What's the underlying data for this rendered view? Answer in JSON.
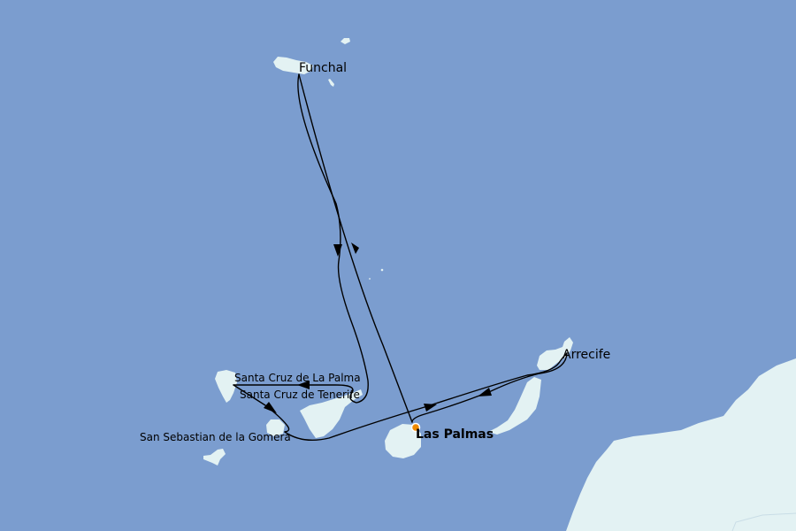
{
  "map": {
    "colors": {
      "sea": "#7b9dcf",
      "land": "#e3f2f3",
      "route": "#000000",
      "home_port_fill": "#f08a00",
      "home_port_stroke": "#ffffff"
    },
    "ports": {
      "funchal": "Funchal",
      "arrecife": "Arrecife",
      "santa_cruz_la_palma": "Santa Cruz de La Palma",
      "santa_cruz_tenerife": "Santa Cruz de Tenerife",
      "san_sebastian_gomera": "San Sebastian de la Gomera",
      "las_palmas": "Las Palmas"
    },
    "home_port": "Las Palmas",
    "icons": {
      "home_port_marker": "circle-marker-icon",
      "direction": "arrowhead-icon"
    }
  }
}
